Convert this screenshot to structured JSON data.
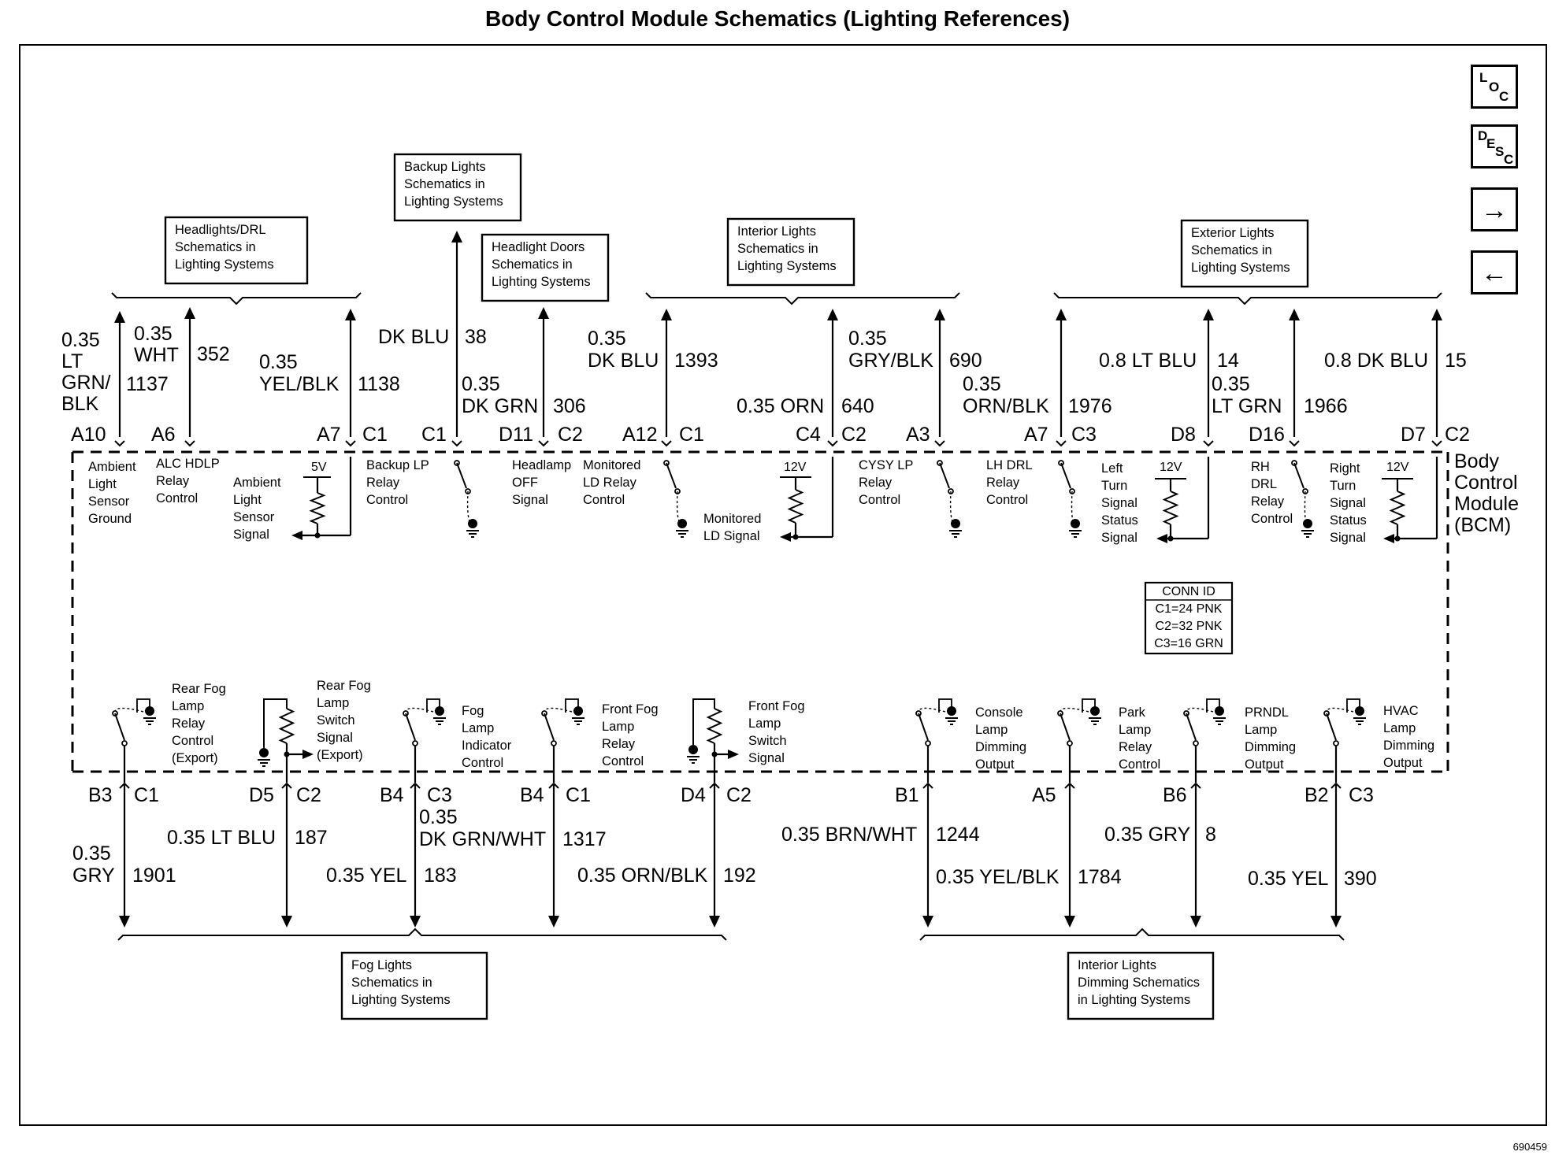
{
  "title": "Body Control Module Schematics (Lighting References)",
  "figure_id": "690459",
  "nav": {
    "loc": [
      "L",
      "O",
      "C"
    ],
    "desc": [
      "D",
      "E",
      "S",
      "C"
    ],
    "next": "→",
    "prev": "←"
  },
  "refs": {
    "headlights": [
      "Headlights/DRL",
      "Schematics in",
      "Lighting Systems"
    ],
    "backup": [
      "Backup Lights",
      "Schematics in",
      "Lighting Systems"
    ],
    "hdoors": [
      "Headlight Doors",
      "Schematics in",
      "Lighting Systems"
    ],
    "interior": [
      "Interior Lights",
      "Schematics in",
      "Lighting Systems"
    ],
    "exterior": [
      "Exterior Lights",
      "Schematics in",
      "Lighting Systems"
    ],
    "fog": [
      "Fog Lights",
      "Schematics in",
      "Lighting Systems"
    ],
    "dimming": [
      "Interior Lights",
      "Dimming Schematics",
      "in Lighting Systems"
    ]
  },
  "top_wires": [
    {
      "lines": [
        "0.35",
        "LT",
        "GRN/",
        "BLK"
      ],
      "circuit": "1137",
      "pin": "A10",
      "conn": ""
    },
    {
      "lines": [
        "0.35",
        "WHT"
      ],
      "circuit": "352",
      "pin": "A6",
      "conn": ""
    },
    {
      "lines": [
        "0.35",
        "YEL/BLK"
      ],
      "circuit": "1138",
      "pin": "A7",
      "conn": "C1"
    },
    {
      "lines": [
        "DK BLU"
      ],
      "circuit": "38",
      "pin": "C1",
      "conn": ""
    },
    {
      "lines": [
        "0.35",
        "DK GRN"
      ],
      "circuit": "306",
      "pin": "D11",
      "conn": "C2"
    },
    {
      "lines": [
        "0.35",
        "DK BLU"
      ],
      "circuit": "1393",
      "pin": "A12",
      "conn": "C1"
    },
    {
      "lines": [
        "0.35 ORN"
      ],
      "circuit": "640",
      "pin": "C4",
      "conn": "C2"
    },
    {
      "lines": [
        "0.35",
        "GRY/BLK"
      ],
      "circuit": "690",
      "pin": "A3",
      "conn": ""
    },
    {
      "lines": [
        "0.35",
        "ORN/BLK"
      ],
      "circuit": "1976",
      "pin": "A7",
      "conn": "C3"
    },
    {
      "lines": [
        "0.8 LT BLU"
      ],
      "circuit": "14",
      "pin": "D8",
      "conn": ""
    },
    {
      "lines": [
        "0.35",
        "LT GRN"
      ],
      "circuit": "1966",
      "pin": "D16",
      "conn": ""
    },
    {
      "lines": [
        "0.8 DK BLU"
      ],
      "circuit": "15",
      "pin": "D7",
      "conn": "C2"
    }
  ],
  "top_funcs": [
    [
      "Ambient",
      "Light",
      "Sensor",
      "Ground"
    ],
    [
      "ALC HDLP",
      "Relay",
      "Control"
    ],
    [
      "Ambient",
      "Light",
      "Sensor",
      "Signal"
    ],
    [
      "Backup LP",
      "Relay",
      "Control"
    ],
    [
      "Headlamp",
      "OFF",
      "Signal"
    ],
    [
      "Monitored",
      "LD Relay",
      "Control"
    ],
    [
      "Monitored",
      "LD Signal"
    ],
    [
      "CYSY LP",
      "Relay",
      "Control"
    ],
    [
      "LH DRL",
      "Relay",
      "Control"
    ],
    [
      "Left",
      "Turn",
      "Signal",
      "Status",
      "Signal"
    ],
    [
      "RH",
      "DRL",
      "Relay",
      "Control"
    ],
    [
      "Right",
      "Turn",
      "Signal",
      "Status",
      "Signal"
    ]
  ],
  "supplies": {
    "v5": "5V",
    "v12": "12V"
  },
  "bcm_label": [
    "Body",
    "Control",
    "Module",
    "(BCM)"
  ],
  "conn_id": {
    "title": "CONN ID",
    "rows": [
      "C1=24 PNK",
      "C2=32 PNK",
      "C3=16 GRN"
    ]
  },
  "bottom_funcs": [
    [
      "Rear Fog",
      "Lamp",
      "Relay",
      "Control",
      "(Export)"
    ],
    [
      "Rear Fog",
      "Lamp",
      "Switch",
      "Signal",
      "(Export)"
    ],
    [
      "Fog",
      "Lamp",
      "Indicator",
      "Control"
    ],
    [
      "Front Fog",
      "Lamp",
      "Relay",
      "Control"
    ],
    [
      "Front Fog",
      "Lamp",
      "Switch",
      "Signal"
    ],
    [
      "Console",
      "Lamp",
      "Dimming",
      "Output"
    ],
    [
      "Park",
      "Lamp",
      "Relay",
      "Control"
    ],
    [
      "PRNDL",
      "Lamp",
      "Dimming",
      "Output"
    ],
    [
      "HVAC",
      "Lamp",
      "Dimming",
      "Output"
    ]
  ],
  "bottom_wires": [
    {
      "pin": "B3",
      "conn": "C1",
      "lines": [
        "0.35",
        "GRY"
      ],
      "circuit": "1901"
    },
    {
      "pin": "D5",
      "conn": "C2",
      "lines": [
        "0.35 LT BLU"
      ],
      "circuit": "187"
    },
    {
      "pin": "B4",
      "conn": "C3",
      "lines": [
        "0.35 YEL"
      ],
      "circuit": "183"
    },
    {
      "pin": "B4",
      "conn": "C1",
      "lines": [
        "0.35",
        "DK GRN/WHT"
      ],
      "circuit": "1317"
    },
    {
      "pin": "D4",
      "conn": "C2",
      "lines": [
        "0.35 ORN/BLK"
      ],
      "circuit": "192"
    },
    {
      "pin": "B1",
      "conn": "",
      "lines": [
        "0.35 BRN/WHT"
      ],
      "circuit": "1244"
    },
    {
      "pin": "A5",
      "conn": "",
      "lines": [
        "0.35 YEL/BLK"
      ],
      "circuit": "1784"
    },
    {
      "pin": "B6",
      "conn": "",
      "lines": [
        "0.35 GRY"
      ],
      "circuit": "8"
    },
    {
      "pin": "B2",
      "conn": "C3",
      "lines": [
        "0.35 YEL"
      ],
      "circuit": "390"
    }
  ]
}
